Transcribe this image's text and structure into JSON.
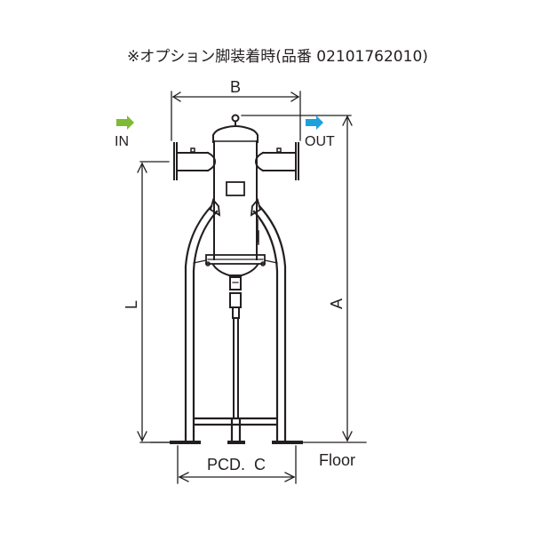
{
  "caption": "※オプション脚装着時(品番 02101762010)",
  "labels": {
    "in": "IN",
    "out": "OUT",
    "dim_b": "B",
    "dim_l": "L",
    "dim_a": "A",
    "dim_c": "PCD.  C",
    "floor": "Floor"
  },
  "colors": {
    "in_arrow": "#7dbb35",
    "out_arrow": "#1ea0dc",
    "line": "#231f20"
  },
  "icons": {
    "in_arrow": "right-arrow-green",
    "out_arrow": "right-arrow-blue"
  }
}
